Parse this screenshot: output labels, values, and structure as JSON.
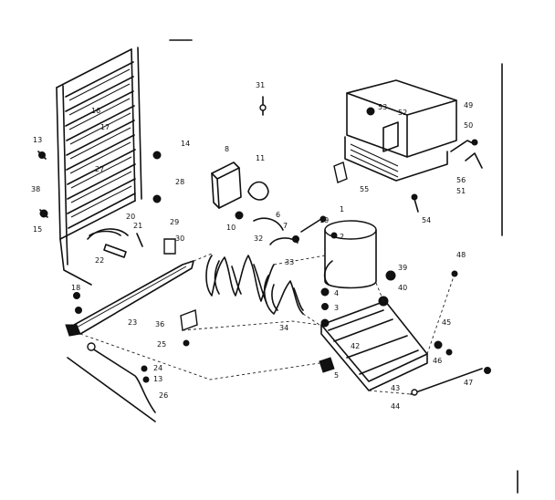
{
  "callouts": [
    {
      "id": "c13a",
      "text": "13"
    },
    {
      "id": "c16",
      "text": "16"
    },
    {
      "id": "c38",
      "text": "38"
    },
    {
      "id": "c15",
      "text": "15"
    },
    {
      "id": "c20",
      "text": "20"
    },
    {
      "id": "c21",
      "text": "21"
    },
    {
      "id": "c22",
      "text": "22"
    },
    {
      "id": "c29",
      "text": "29"
    },
    {
      "id": "c30",
      "text": "30"
    },
    {
      "id": "c31",
      "text": "31"
    },
    {
      "id": "c8",
      "text": "8"
    },
    {
      "id": "c11",
      "text": "11"
    },
    {
      "id": "c10",
      "text": "10"
    },
    {
      "id": "c6",
      "text": "6"
    },
    {
      "id": "c7",
      "text": "7"
    },
    {
      "id": "c32",
      "text": "32"
    },
    {
      "id": "c33",
      "text": "33"
    },
    {
      "id": "c19",
      "text": "19"
    },
    {
      "id": "c2",
      "text": "2"
    },
    {
      "id": "c1",
      "text": "1"
    },
    {
      "id": "c18",
      "text": "18"
    },
    {
      "id": "c23",
      "text": "23"
    },
    {
      "id": "c36",
      "text": "36"
    },
    {
      "id": "c25",
      "text": "25"
    },
    {
      "id": "c34",
      "text": "34"
    },
    {
      "id": "c4",
      "text": "4"
    },
    {
      "id": "c3",
      "text": "3"
    },
    {
      "id": "c5",
      "text": "5"
    },
    {
      "id": "c42",
      "text": "42"
    },
    {
      "id": "c39",
      "text": "39"
    },
    {
      "id": "c40",
      "text": "40"
    },
    {
      "id": "c48",
      "text": "48"
    },
    {
      "id": "c45",
      "text": "45"
    },
    {
      "id": "c46",
      "text": "46"
    },
    {
      "id": "c47",
      "text": "47"
    },
    {
      "id": "c43",
      "text": "43"
    },
    {
      "id": "c44",
      "text": "44"
    },
    {
      "id": "c24",
      "text": "24"
    },
    {
      "id": "c13b",
      "text": "13"
    },
    {
      "id": "c26",
      "text": "26"
    },
    {
      "id": "c53",
      "text": "53"
    },
    {
      "id": "c49",
      "text": "49"
    },
    {
      "id": "c52",
      "text": "52"
    },
    {
      "id": "c50",
      "text": "50"
    },
    {
      "id": "c55",
      "text": "55"
    },
    {
      "id": "c56",
      "text": "56"
    },
    {
      "id": "c51",
      "text": "51"
    },
    {
      "id": "c54",
      "text": "54"
    },
    {
      "id": "c28",
      "text": "28"
    },
    {
      "id": "c14",
      "text": "14"
    },
    {
      "id": "c17",
      "text": "17"
    },
    {
      "id": "c27",
      "text": "27"
    }
  ]
}
